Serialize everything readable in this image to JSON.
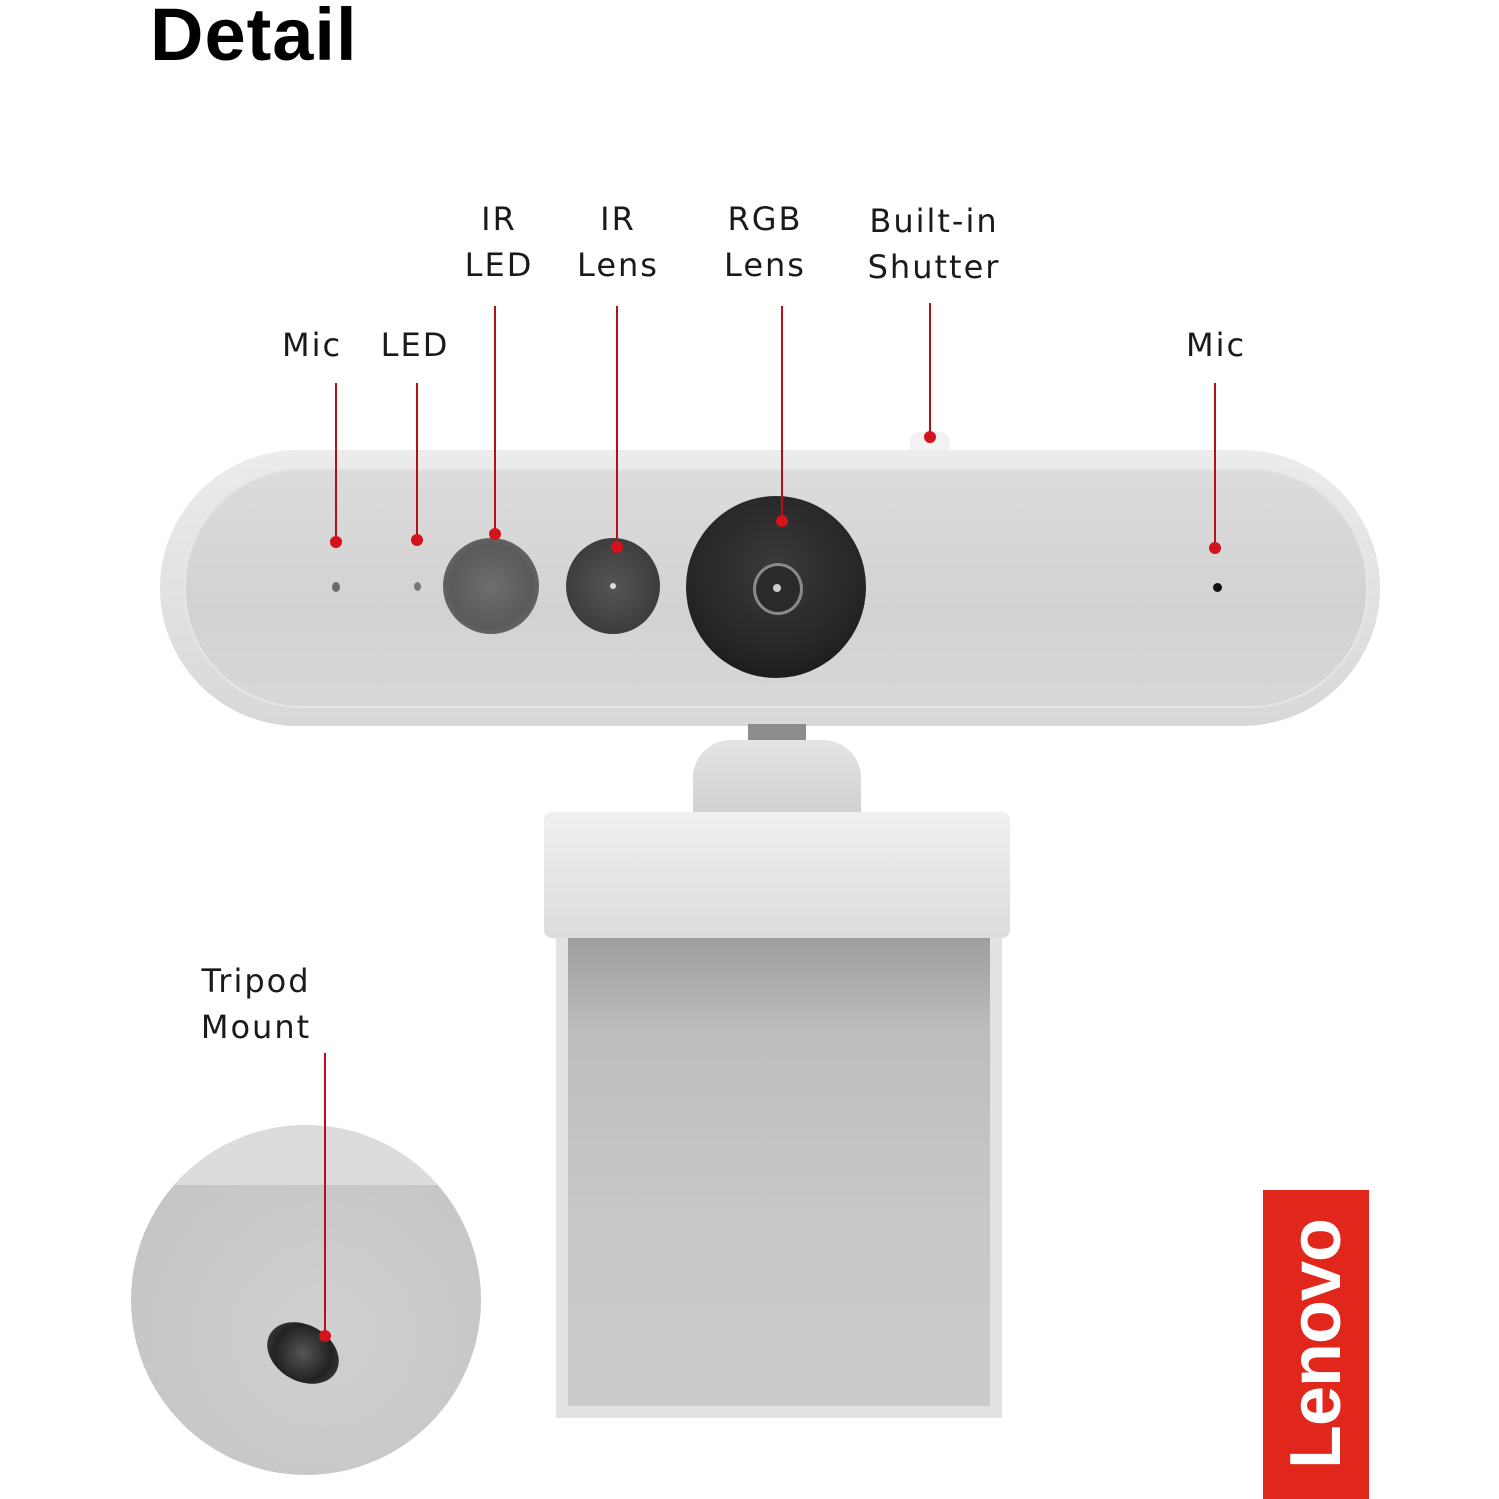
{
  "page": {
    "title": "Detail"
  },
  "callouts": [
    {
      "id": "mic-left",
      "lines": [
        "Mic"
      ]
    },
    {
      "id": "led",
      "lines": [
        "LED"
      ]
    },
    {
      "id": "ir-led",
      "lines": [
        "IR",
        "LED"
      ]
    },
    {
      "id": "ir-lens",
      "lines": [
        "IR",
        "Lens"
      ]
    },
    {
      "id": "rgb-lens",
      "lines": [
        "RGB",
        "Lens"
      ]
    },
    {
      "id": "built-in-shutter",
      "lines": [
        "Built-in",
        "Shutter"
      ]
    },
    {
      "id": "mic-right",
      "lines": [
        "Mic"
      ]
    },
    {
      "id": "tripod-mount",
      "lines": [
        "Tripod",
        "Mount"
      ]
    }
  ],
  "brand": {
    "logo_text": "Lenovo",
    "color": "#e1261c"
  },
  "colors": {
    "leader_line": "#b01218",
    "leader_dot": "#d4121b",
    "device_body": "#d6d6d6"
  }
}
